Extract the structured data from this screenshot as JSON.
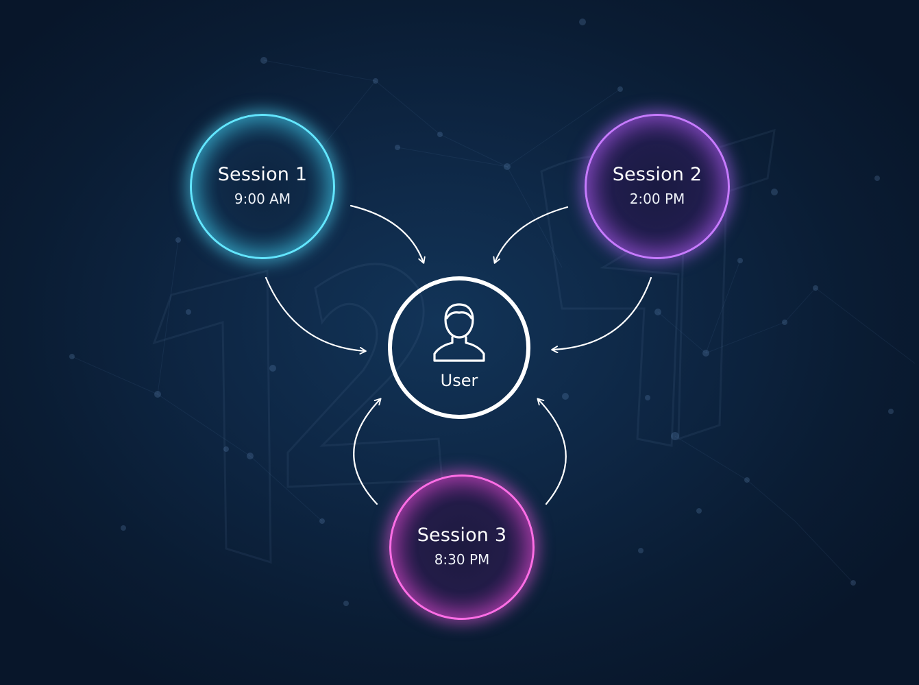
{
  "colors": {
    "background": "#0b1e36",
    "session_1": "#63e6ff",
    "session_2": "#c77bff",
    "session_3": "#ff6ee6",
    "user": "#ffffff"
  },
  "sessions": [
    {
      "title": "Session 1",
      "time": "9:00 AM"
    },
    {
      "title": "Session 2",
      "time": "2:00 PM"
    },
    {
      "title": "Session 3",
      "time": "8:30 PM"
    }
  ],
  "user": {
    "label": "User",
    "icon": "user-icon"
  }
}
